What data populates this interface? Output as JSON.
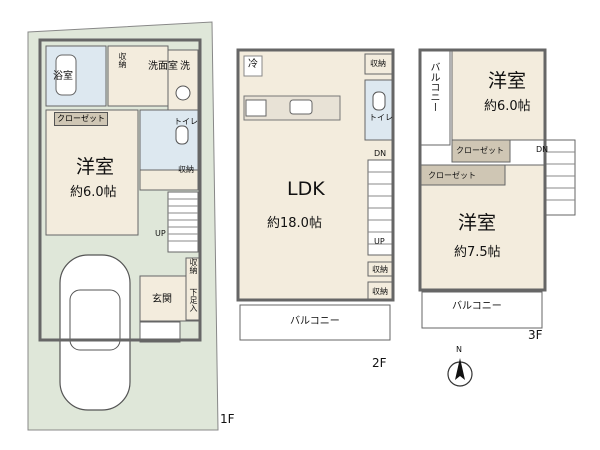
{
  "floors": {
    "f1": "1F",
    "f2": "2F",
    "f3": "3F"
  },
  "f1": {
    "bath": "浴室",
    "washroom": "洗面室",
    "washer": "洗",
    "storage": "収納",
    "closet": "クローゼット",
    "bedroom": "洋室",
    "bedroom_area": "約6.0帖",
    "toilet": "トイレ",
    "up": "UP",
    "entrance": "玄関",
    "shoe_storage": "下足入"
  },
  "f2": {
    "fridge": "冷",
    "ldk": "LDK",
    "ldk_area": "約18.0帖",
    "storage": "収納",
    "toilet": "トイレ",
    "dn": "DN",
    "up": "UP",
    "balcony": "バルコニー"
  },
  "f3": {
    "balcony_side": "バルコニー",
    "bedroom1": "洋室",
    "bedroom1_area": "約6.0帖",
    "closet": "クローゼット",
    "dn": "DN",
    "bedroom2": "洋室",
    "bedroom2_area": "約7.5帖",
    "balcony": "バルコニー"
  },
  "compass": "N",
  "colors": {
    "wall": "#6b6b6b",
    "floor_wood": "#f3ecdd",
    "garden": "#dfe7d9",
    "wet": "#dde8f0",
    "closet": "#cfc6b4",
    "balcony": "#ffffff"
  }
}
